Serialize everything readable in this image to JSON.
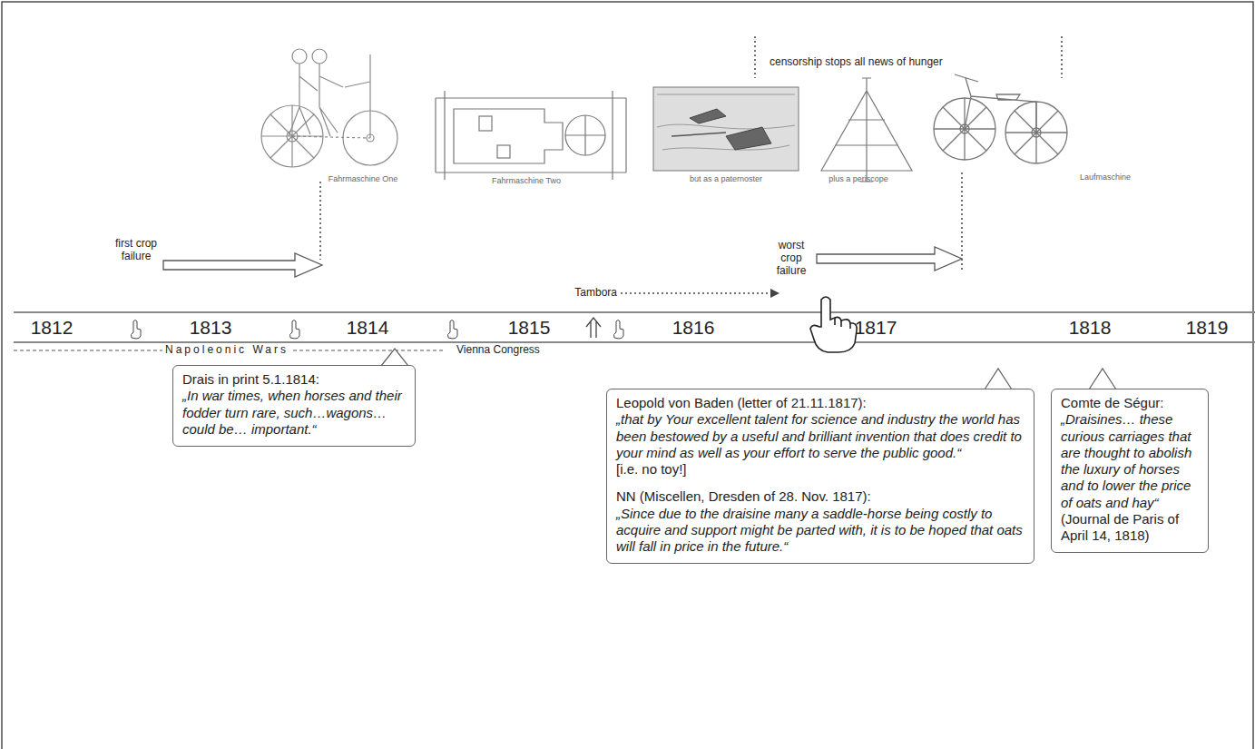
{
  "diagram": {
    "nodes": [
      {
        "text": [
          "Drais in print 5.1.1814:",
          "„In war times, when horses and their fodder turn rare, such…wagons…could be… important.“"
        ]
      },
      {
        "text": [
          "Leopold von Baden (letter of 21.11.1817):",
          "„that by Your excellent talent for science and industry the world has been bestowed by a useful and brilliant invention that does credit to your mind as well as your effort to serve the public good.“",
          "[i.e. no toy!]",
          "NN (Miscellen, Dresden of 28. Nov. 1817):",
          "„Since due to the draisine many a saddle-horse being costly to acquire and support might be parted with, it is to be hoped that oats will fall in price in the future.“"
        ]
      },
      {
        "text": [
          "Comte de Ségur:",
          "„Draisines… these curious carriages that are thought to abolish the luxury of horses and to lower the price of oats and hay“",
          "(Journal de Paris of April 14, 1818)"
        ]
      }
    ],
    "labels": [
      "Fahrmaschine One",
      "Fahrmaschine Two",
      "but as a paternoster",
      "plus a periscope",
      "Laufmaschine",
      "censorship stops all news of hunger",
      "first crop failure",
      "worst crop failure",
      "Tambora",
      "1812",
      "1813",
      "1814",
      "1815",
      "1816",
      "1817",
      "1818",
      "1819",
      "Napoleonic Wars",
      "Vienna Congress"
    ]
  }
}
